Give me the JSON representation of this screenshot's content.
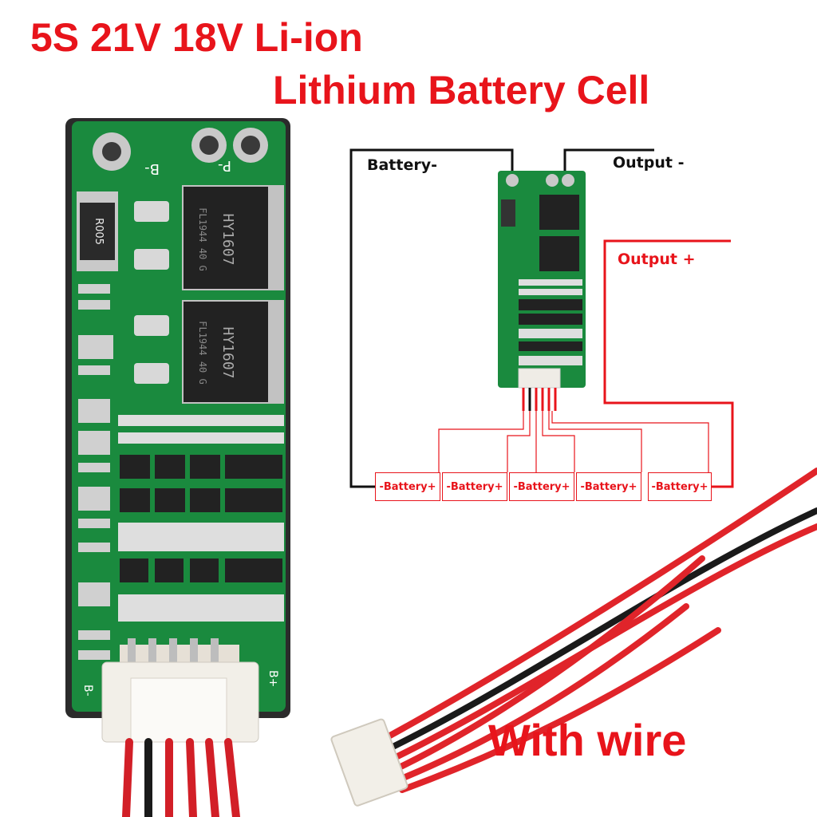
{
  "title": {
    "line1": "5S 21V 18V  Li-ion",
    "line2": "Lithium Battery Cell"
  },
  "board": {
    "label_b_minus": "B-",
    "label_p_minus": "P-",
    "label_b_plus": "B+",
    "mosfet_1_text": "HY1607",
    "mosfet_1_code": "FL1944 40 G",
    "mosfet_2_text": "HY1607",
    "mosfet_2_code": "FL1944 40 G",
    "resistor_text": "R005"
  },
  "diagram": {
    "battery_minus": "Battery-",
    "output_minus": "Output -",
    "output_plus": "Output +",
    "cells": [
      "-Battery+",
      "-Battery+",
      "-Battery+",
      "-Battery+",
      "-Battery+"
    ]
  },
  "wire_label": "With wire",
  "colors": {
    "title": "#e8141b",
    "pcb": "#1a8a3e",
    "wire_red": "#e0242a",
    "wire_black": "#1a1a1a"
  }
}
